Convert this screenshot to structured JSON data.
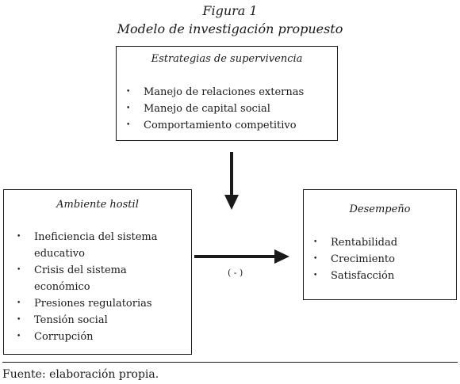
{
  "figure": {
    "label": "Figura 1",
    "title": "Modelo de investigación propuesto"
  },
  "boxes": {
    "supervivencia": {
      "title": "Estrategias de supervivencia",
      "items": [
        "Manejo de relaciones externas",
        "Manejo de capital social",
        "Comportamiento competitivo"
      ]
    },
    "ambiente": {
      "title": "Ambiente hostil",
      "items": [
        "Ineficiencia del sistema educativo",
        "Crisis del sistema económico",
        "Presiones regulatorias",
        "Tensión social",
        "Corrupción"
      ]
    },
    "desempeno": {
      "title": "Desempeño",
      "items": [
        "Rentabilidad",
        "Crecimiento",
        "Satisfacción"
      ]
    }
  },
  "arrow_label": "( - )",
  "source": "Fuente: elaboración propia."
}
